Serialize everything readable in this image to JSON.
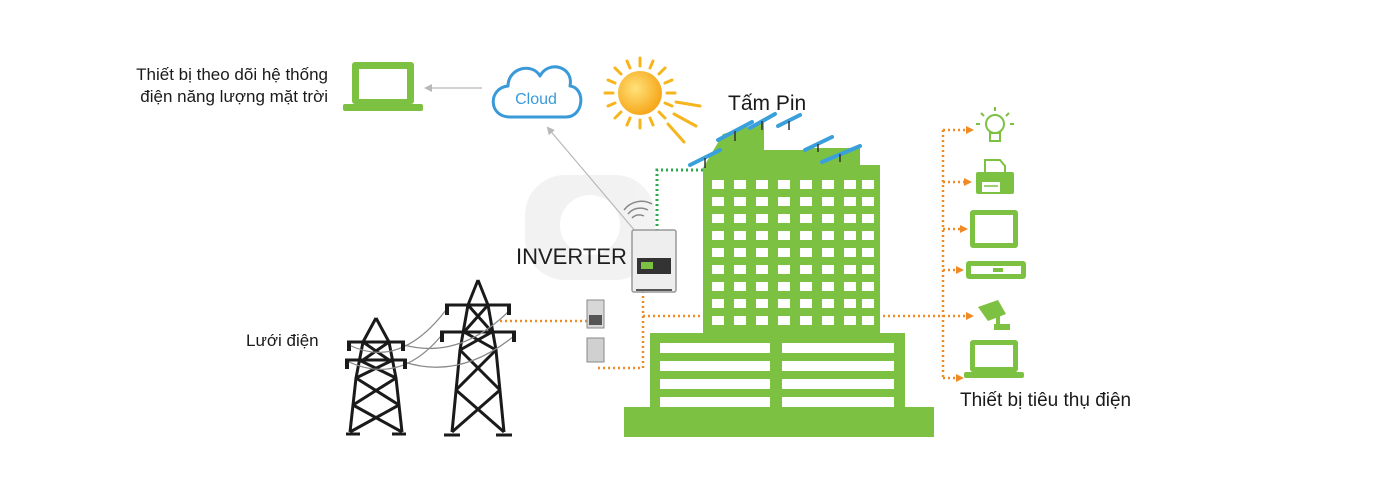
{
  "labels": {
    "monitor_line1": "Thiết bị theo dõi hệ thống",
    "monitor_line2": "điện năng lượng mặt trời",
    "cloud": "Cloud",
    "solar_panel": "Tấm Pin",
    "inverter": "INVERTER",
    "grid": "Lưới điện",
    "loads": "Thiết bị tiêu thụ điện"
  },
  "loads": [
    {
      "icon": "light-bulb-icon"
    },
    {
      "icon": "printer-icon"
    },
    {
      "icon": "television-icon"
    },
    {
      "icon": "set-top-box-icon"
    },
    {
      "icon": "security-camera-icon"
    },
    {
      "icon": "laptop-icon"
    }
  ],
  "colors": {
    "building": "#7dc142",
    "ac_line": "#f08a24",
    "dc_line": "#2fa84f",
    "cloud": "#3a9ad9",
    "panel": "#3aa0dc",
    "sun": "#f6b51c",
    "arrow": "#b8b8b8"
  }
}
